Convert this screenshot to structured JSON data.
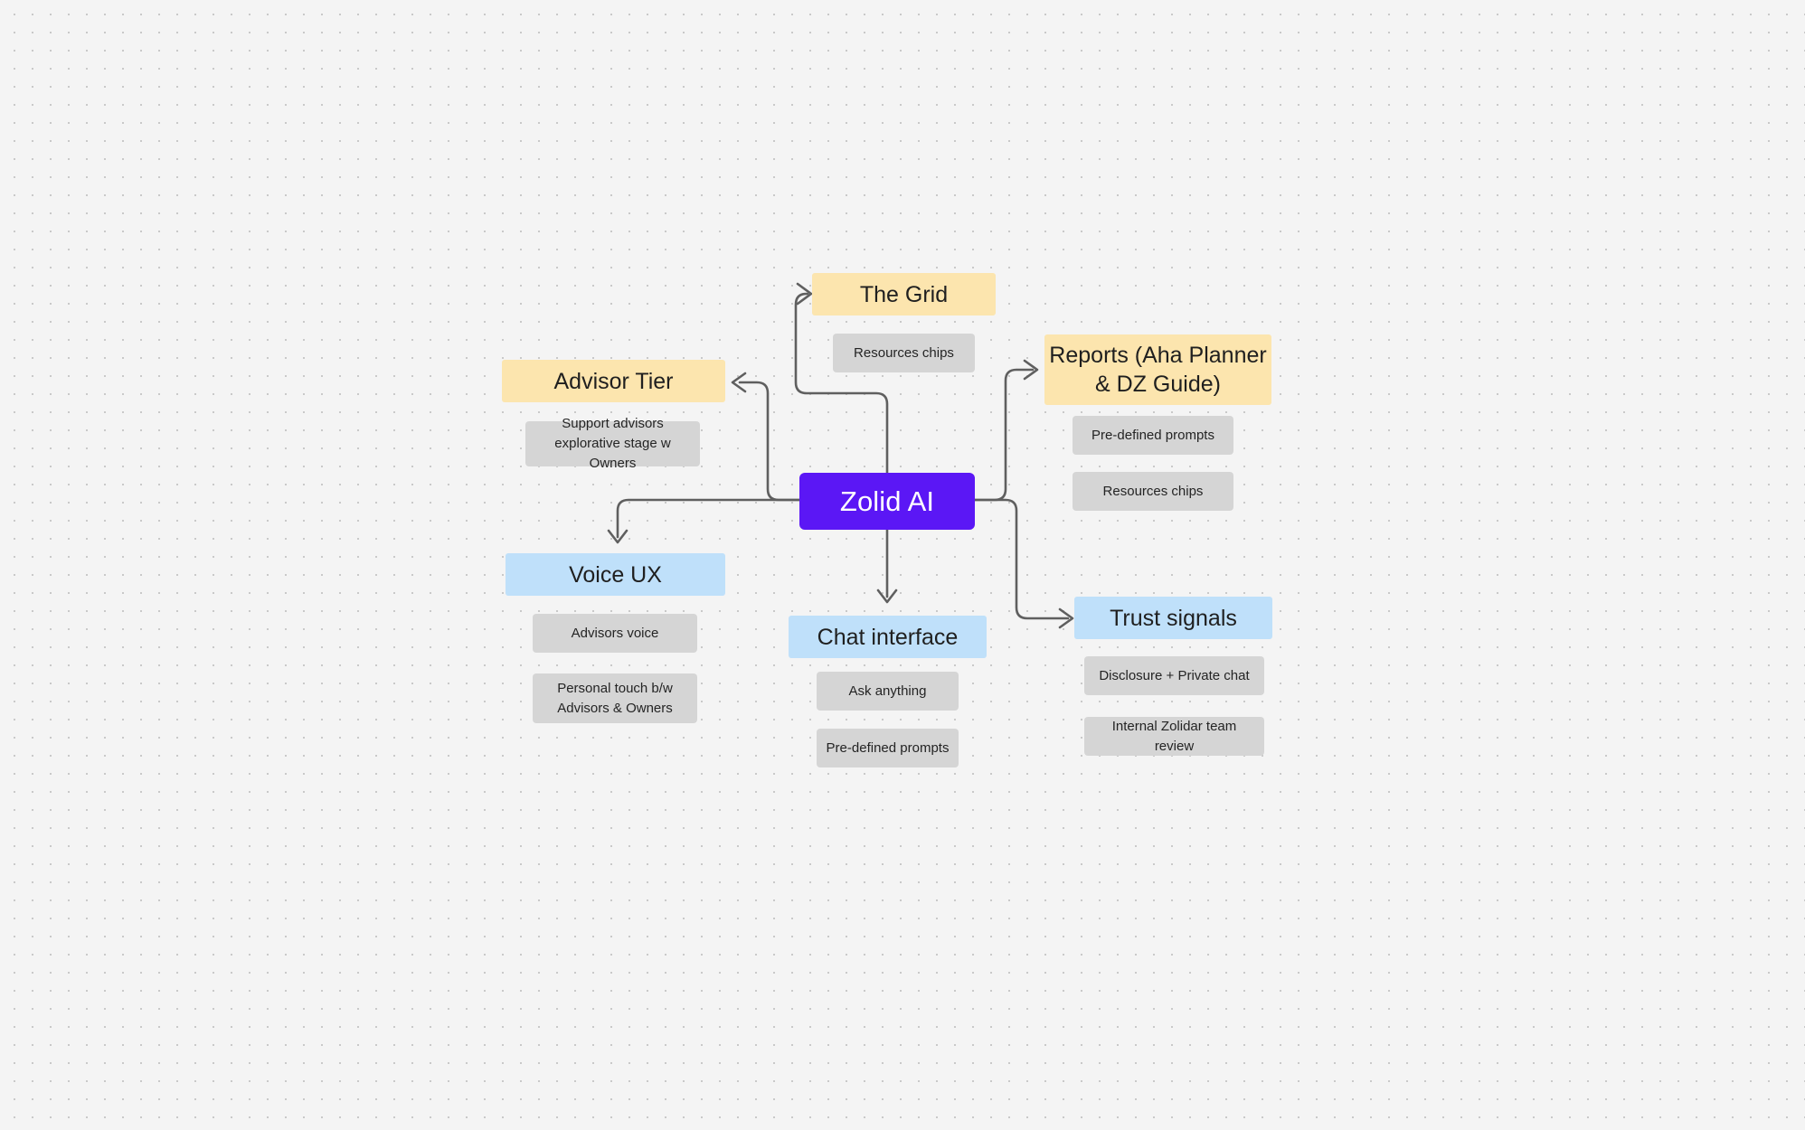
{
  "board": {
    "background_color": "#f4f4f4",
    "dot_color": "#c9c9c9"
  },
  "colors": {
    "primary": "#5B17F5",
    "yellow": "#FCE5AE",
    "blue": "#BFE0FA",
    "chip": "#d5d5d5",
    "edge": "#5f5f5f"
  },
  "central": {
    "label": "Zolid AI"
  },
  "branches": [
    {
      "id": "the-grid",
      "label": "The Grid",
      "color": "yellow",
      "chips": [
        {
          "label": "Resources chips"
        }
      ]
    },
    {
      "id": "reports",
      "label": "Reports (Aha Planner & DZ Guide)",
      "line1": "Reports (Aha Planner",
      "line2": "& DZ Guide)",
      "color": "yellow",
      "chips": [
        {
          "label": "Pre-defined prompts"
        },
        {
          "label": "Resources chips"
        }
      ]
    },
    {
      "id": "advisor-tier",
      "label": "Advisor Tier",
      "color": "yellow",
      "chips": [
        {
          "label": "Support advisors explorative stage w Owners"
        }
      ]
    },
    {
      "id": "voice-ux",
      "label": "Voice UX",
      "color": "blue",
      "chips": [
        {
          "label": "Advisors voice"
        },
        {
          "label": "Personal touch b/w Advisors & Owners"
        }
      ]
    },
    {
      "id": "chat-interface",
      "label": "Chat interface",
      "color": "blue",
      "chips": [
        {
          "label": "Ask anything"
        },
        {
          "label": "Pre-defined prompts"
        }
      ]
    },
    {
      "id": "trust-signals",
      "label": "Trust signals",
      "color": "blue",
      "chips": [
        {
          "label": "Disclosure + Private chat"
        },
        {
          "label": "Internal Zolidar team review"
        }
      ]
    }
  ]
}
